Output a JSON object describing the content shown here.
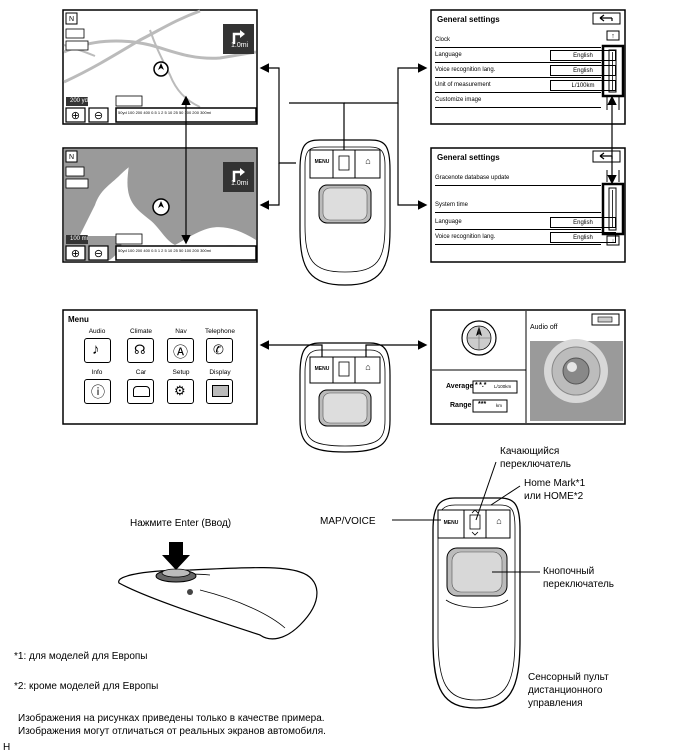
{
  "map_screen": {
    "scale_top": "200 yd",
    "scale_bottom": "100 mi",
    "distance": "1.0mi",
    "zoom_ticks": "50yd 100 200 400 0.5  1  2  5  10  25  50 100 200 300mi"
  },
  "general_settings_1": {
    "title": "General settings",
    "rows": [
      {
        "label": "Clock",
        "value": ""
      },
      {
        "label": "Language",
        "value": "English"
      },
      {
        "label": "Voice recognition lang.",
        "value": "English"
      },
      {
        "label": "Unit of measurement",
        "value": "L/100km"
      },
      {
        "label": "Customize image",
        "value": ""
      }
    ]
  },
  "general_settings_2": {
    "title": "General settings",
    "rows": [
      {
        "label": "Gracenote database update",
        "value": ""
      },
      {
        "label": "",
        "value": ""
      },
      {
        "label": "System time",
        "value": ""
      },
      {
        "label": "Language",
        "value": "English"
      },
      {
        "label": "Voice recognition lang.",
        "value": "English"
      }
    ]
  },
  "menu_screen": {
    "title": "Menu",
    "items": [
      "Audio",
      "Climate",
      "Nav",
      "Telephone",
      "Info",
      "Car",
      "Setup",
      "Display"
    ]
  },
  "home_screen": {
    "audio_status": "Audio off",
    "average_label": "Average",
    "average_value": "* *.*",
    "average_unit": "L/100km",
    "range_label": "Range",
    "range_value": "***",
    "range_unit": "km"
  },
  "remote": {
    "menu_key": "MENU",
    "home_key": "⌂"
  },
  "labels": {
    "rocker": "Качающийся\nпереключатель",
    "home_mark": "Home Mark*1\nили HOME*2",
    "map_voice": "MAP/VOICE",
    "press_enter": "Нажмите Enter (Ввод)",
    "button_switch": "Кнопочный\nпереключатель",
    "touch_remote": "Сенсорный пульт\nдистанционного\nуправления"
  },
  "footnotes": {
    "note1": "*1: для моделей для Европы",
    "note2": "*2: кроме моделей для Европы",
    "disclaimer": "Изображения на рисунках приведены только в качестве примера.\nИзображения могут отличаться от реальных экранов автомобиля.",
    "corner": "H"
  }
}
